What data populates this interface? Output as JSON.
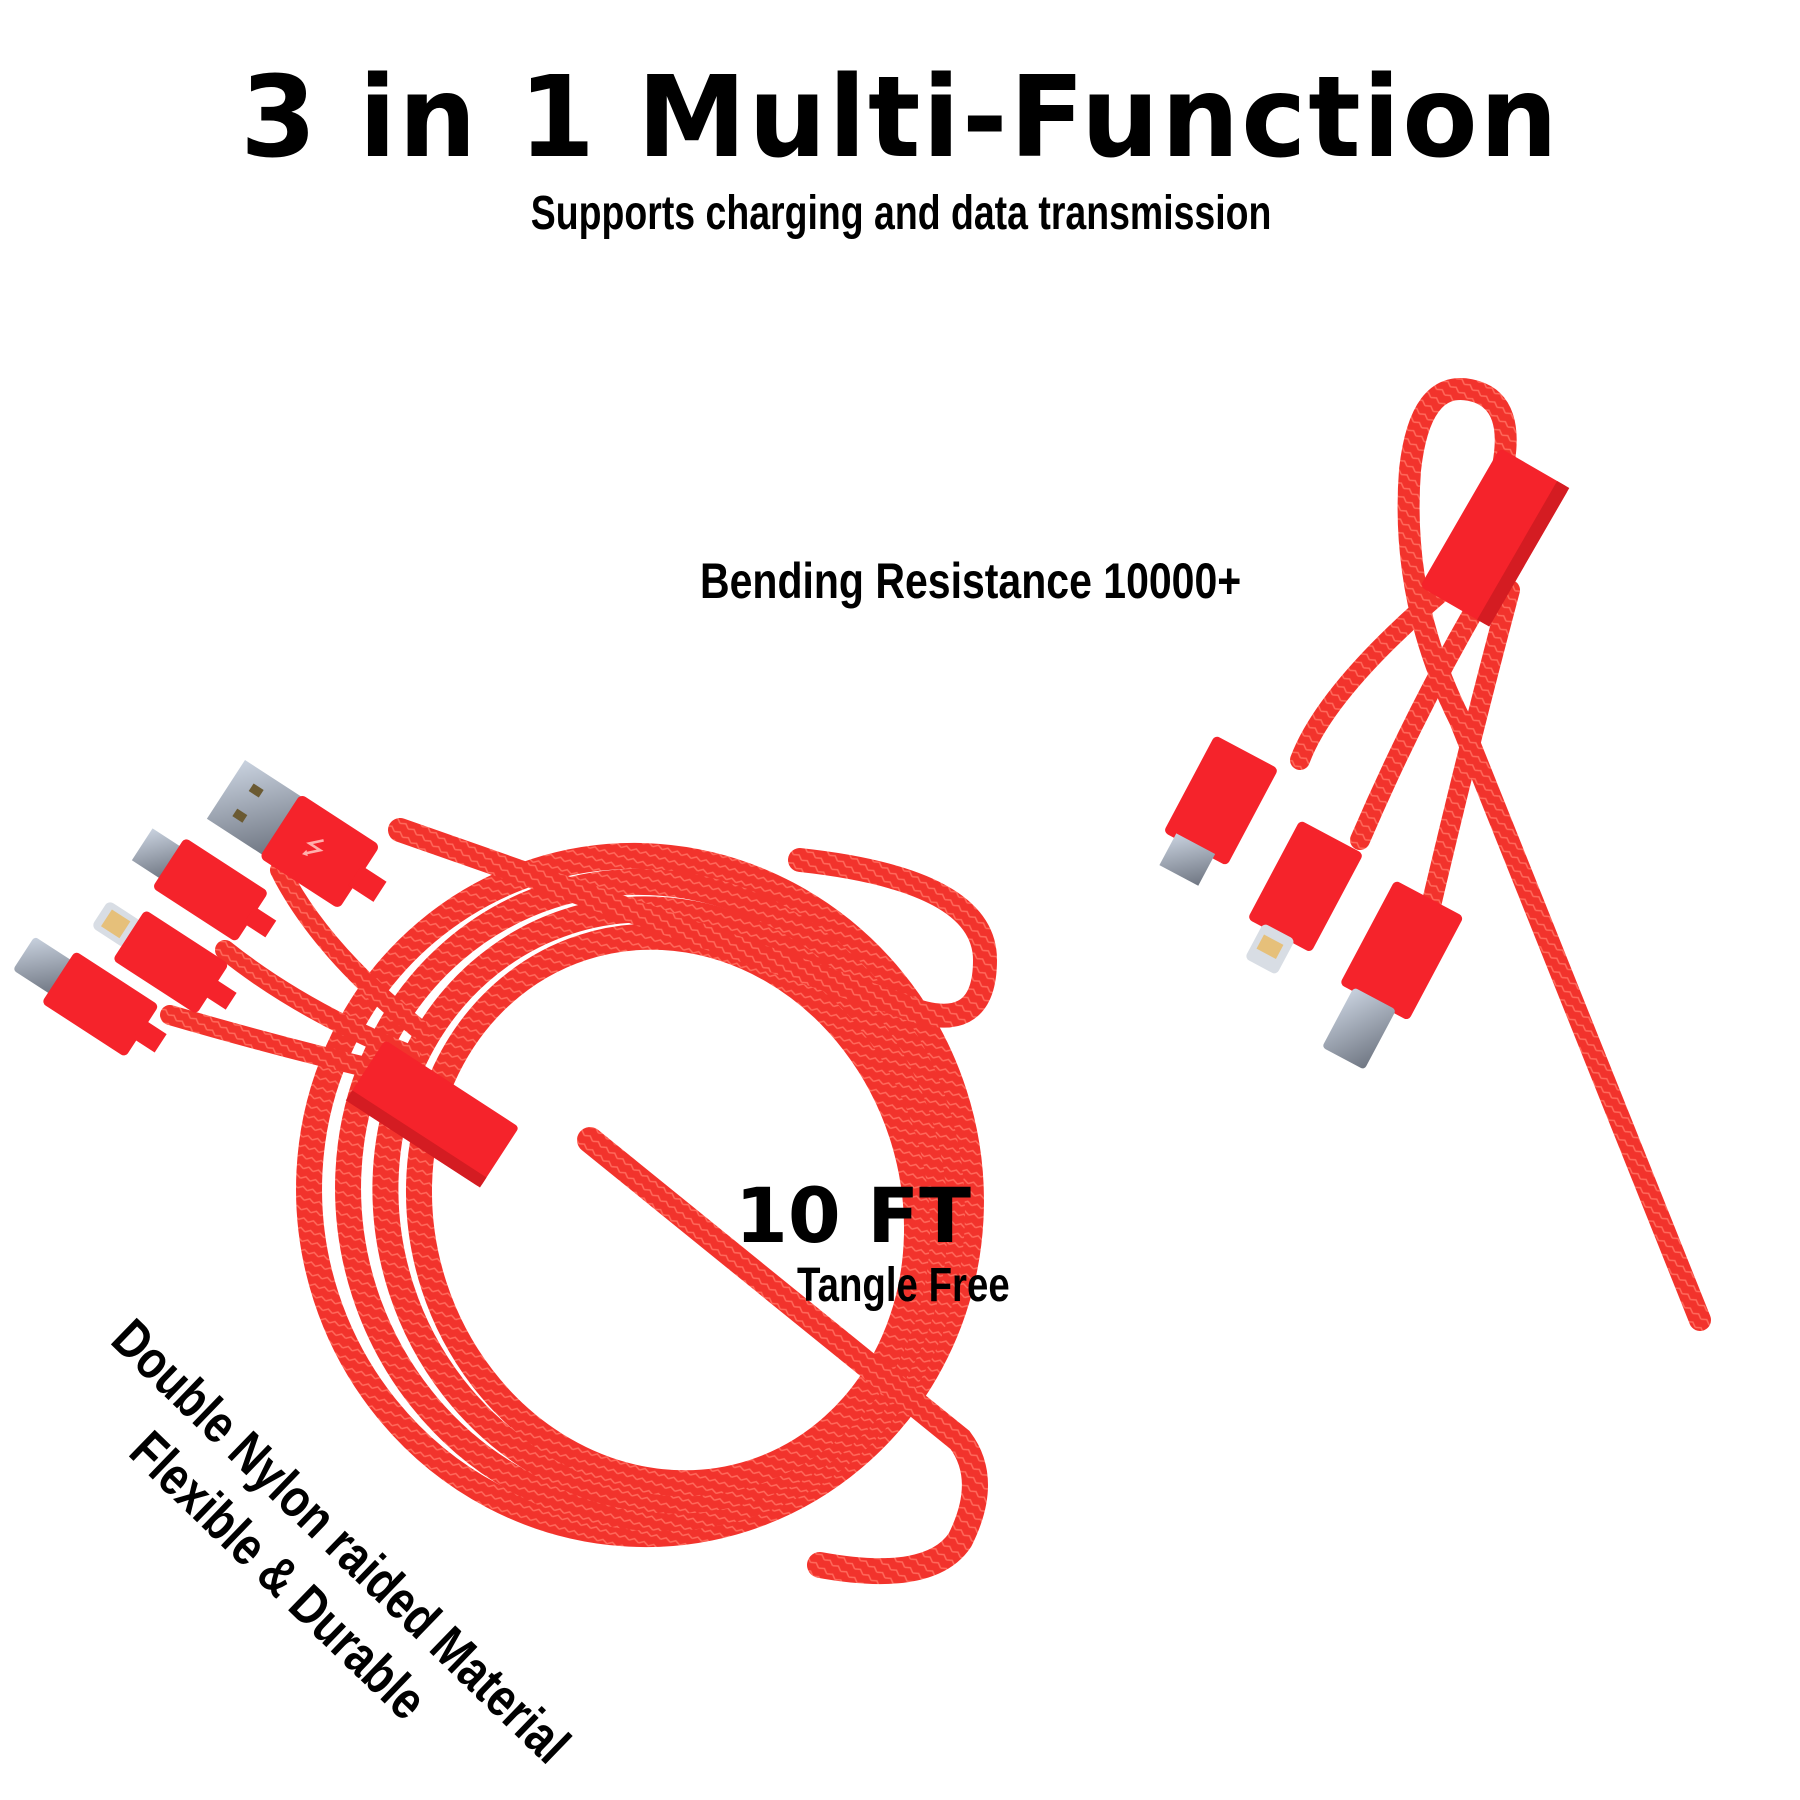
{
  "header": {
    "title": "3 in 1 Multi-Function",
    "subtitle": "Supports charging and data transmission"
  },
  "features": {
    "bending": "Bending Resistance 10000+",
    "length": "10 FT",
    "tangle": "Tangle Free",
    "material": "Double Nylon raided Material",
    "durability": "Flexible & Durable"
  },
  "product": {
    "connectors": [
      "USB-A",
      "Micro USB",
      "Lightning",
      "USB-C"
    ],
    "cable_color": "#f52a26",
    "connector_color": "#f5232b",
    "metal_color": "#a9b3c2"
  }
}
